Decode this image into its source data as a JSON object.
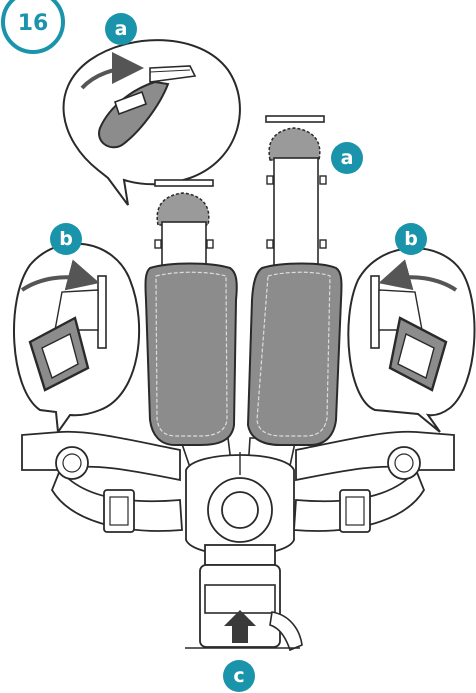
{
  "step": {
    "number": "16"
  },
  "labels": {
    "a": "a",
    "b": "b",
    "c": "c"
  },
  "colors": {
    "accent": "#1a94ab",
    "pad_fill": "#8c8c8c",
    "pad_fill_light": "#9a9a9a",
    "line": "#2a2a2a",
    "background": "#ffffff"
  },
  "icons": {
    "rotate_arrow": "curved-arrow-icon",
    "push_arrow": "arrow-up-icon"
  }
}
